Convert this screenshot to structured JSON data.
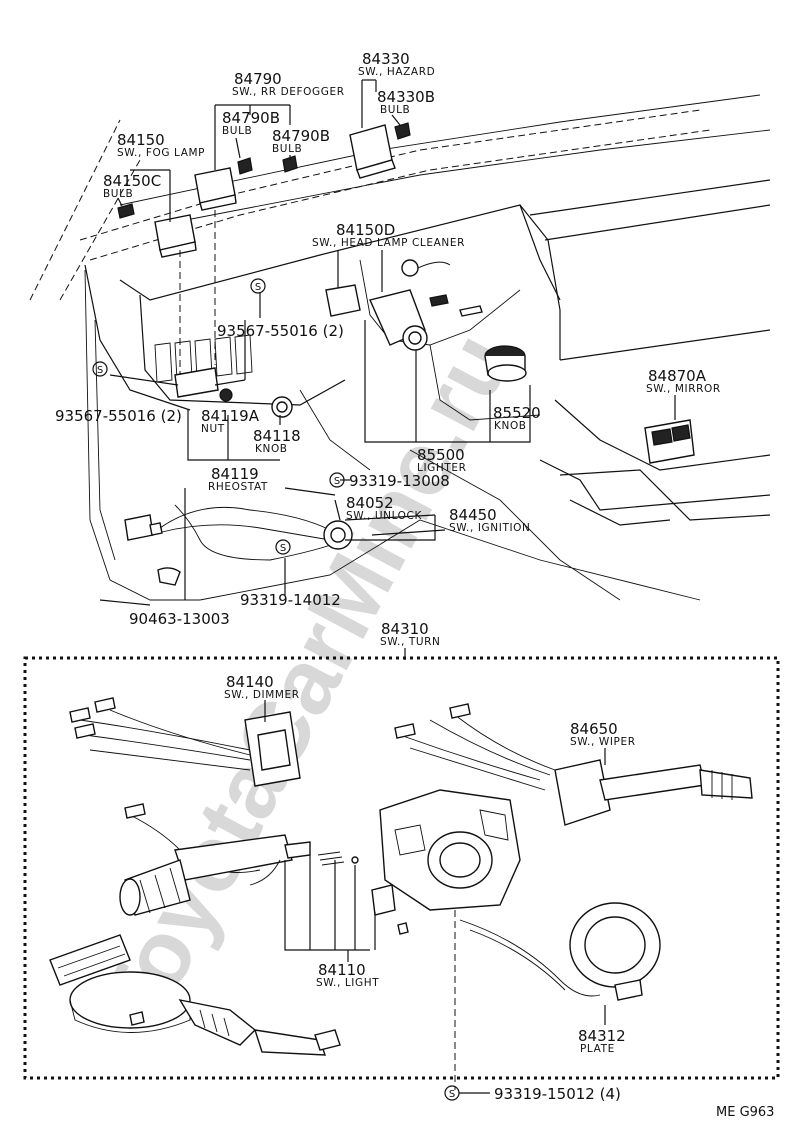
{
  "watermark": "ToyotaCarMine.ru",
  "diagram_code": "ME  G963",
  "screw_symbol": "S",
  "callouts": {
    "c84330": {
      "number": "84330",
      "name": "SW., HAZARD"
    },
    "c84330b": {
      "number": "84330B",
      "name": "BULB"
    },
    "c84790": {
      "number": "84790",
      "name": "SW., RR DEFOGGER"
    },
    "c84790b_1": {
      "number": "84790B",
      "name": "BULB"
    },
    "c84790b_2": {
      "number": "84790B",
      "name": "BULB"
    },
    "c84150": {
      "number": "84150",
      "name": "SW., FOG LAMP"
    },
    "c84150c": {
      "number": "84150C",
      "name": "BULB"
    },
    "c84150d": {
      "number": "84150D",
      "name": "SW., HEAD LAMP CLEANER"
    },
    "c93567_a": {
      "number": "93567-55016 (2)"
    },
    "c93567_b": {
      "number": "93567-55016 (2)"
    },
    "c84119a": {
      "number": "84119A",
      "name": "NUT"
    },
    "c84118": {
      "number": "84118",
      "name": "KNOB"
    },
    "c84119": {
      "number": "84119",
      "name": "RHEOSTAT"
    },
    "c85520": {
      "number": "85520",
      "name": "KNOB"
    },
    "c85500": {
      "number": "85500",
      "name": "LIGHTER"
    },
    "c84870a": {
      "number": "84870A",
      "name": "SW., MIRROR"
    },
    "c93319_13008": {
      "number": "93319-13008"
    },
    "c84052": {
      "number": "84052",
      "name": "SW., UNLOCK"
    },
    "c84450": {
      "number": "84450",
      "name": "SW., IGNITION"
    },
    "c93319_14012": {
      "number": "93319-14012"
    },
    "c90463": {
      "number": "90463-13003"
    },
    "c84310": {
      "number": "84310",
      "name": "SW., TURN"
    },
    "c84140": {
      "number": "84140",
      "name": "SW., DIMMER"
    },
    "c84650": {
      "number": "84650",
      "name": "SW., WIPER"
    },
    "c84110": {
      "number": "84110",
      "name": "SW., LIGHT"
    },
    "c84312": {
      "number": "84312",
      "name": "PLATE"
    },
    "c93319_15012": {
      "number": "93319-15012 (4)"
    }
  }
}
